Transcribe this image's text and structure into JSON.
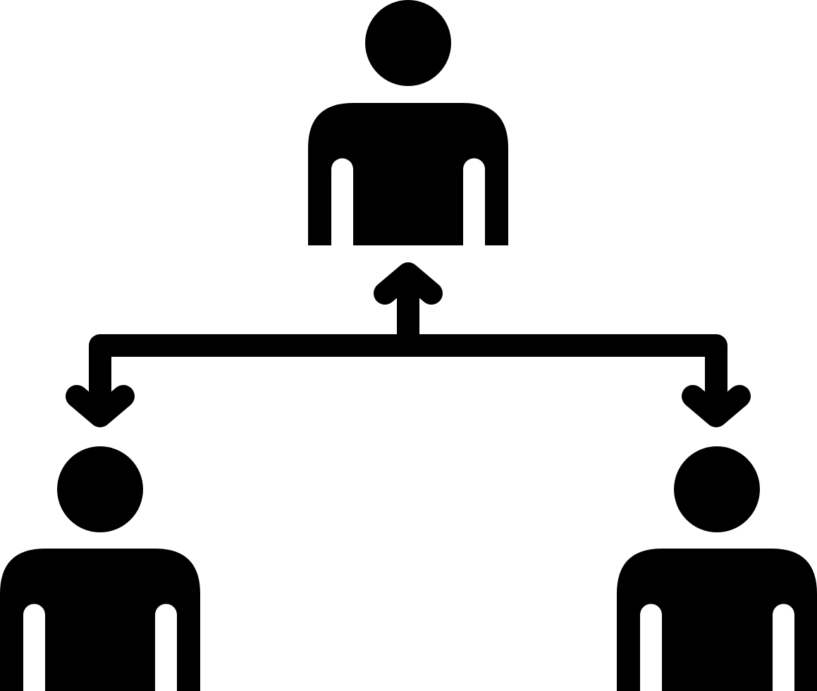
{
  "diagram": {
    "icon": "hierarchy-people-icon",
    "style": "solid glyph",
    "colors": {
      "ink": "#000000",
      "background": "#ffffff"
    },
    "nodes": [
      {
        "id": "top-person",
        "icon": "person-icon",
        "role": "parent"
      },
      {
        "id": "left-person",
        "icon": "person-icon",
        "role": "child"
      },
      {
        "id": "right-person",
        "icon": "person-icon",
        "role": "child"
      }
    ],
    "connectors": [
      {
        "from": "connector-bar",
        "to": "top-person",
        "icon": "arrow-up-icon"
      },
      {
        "from": "connector-bar",
        "to": "left-person",
        "icon": "arrow-down-icon"
      },
      {
        "from": "connector-bar",
        "to": "right-person",
        "icon": "arrow-down-icon"
      }
    ]
  }
}
